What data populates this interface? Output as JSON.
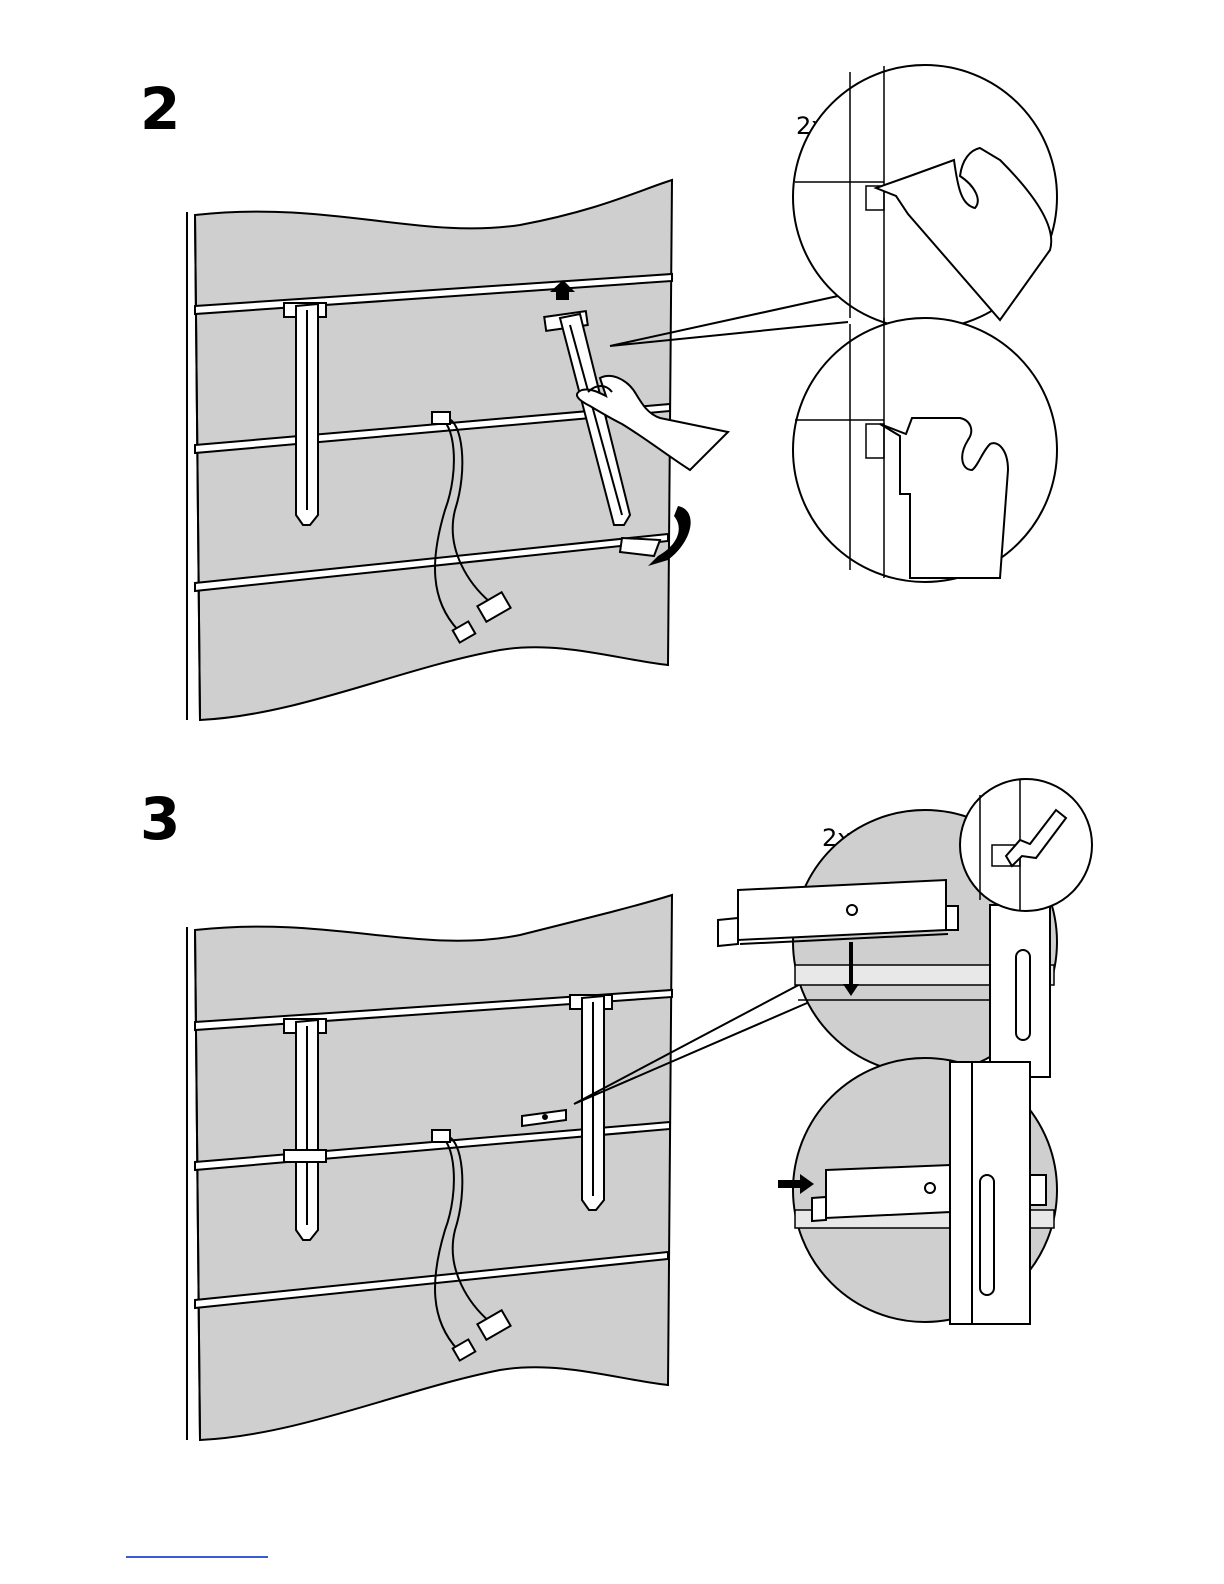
{
  "steps": [
    {
      "number": "2",
      "quantity": "2x"
    },
    {
      "number": "3",
      "quantity": "2x"
    }
  ],
  "colors": {
    "wall": "#cfcfcf",
    "line": "#000000",
    "background": "#ffffff",
    "footer_line": "#3b5bd6"
  }
}
